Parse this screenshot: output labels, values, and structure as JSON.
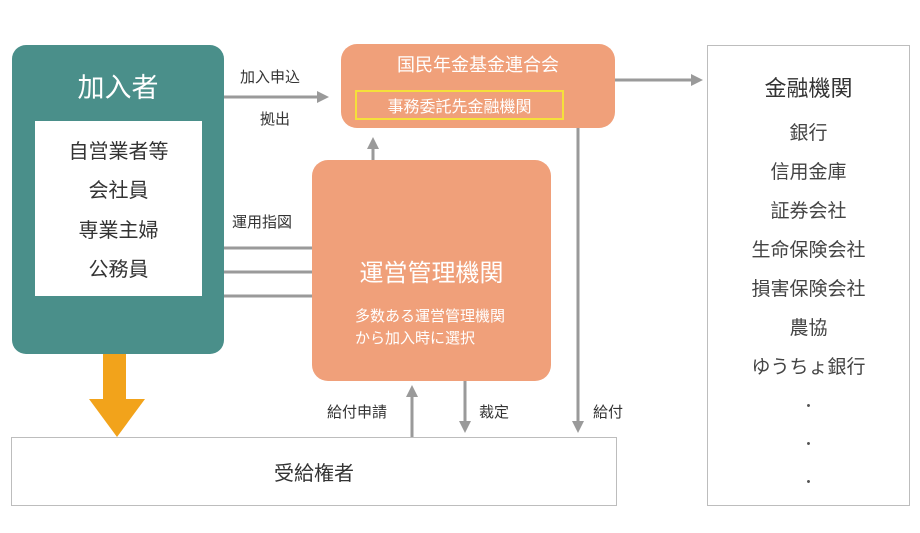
{
  "subscriber": {
    "title": "加入者",
    "types": [
      "自営業者等",
      "会社員",
      "専業主婦",
      "公務員"
    ]
  },
  "federation": {
    "title": "国民年金基金連合会",
    "entrusted": "事務委託先金融機関"
  },
  "manager": {
    "title": "運営管理機関",
    "desc": [
      "多数ある運営管理機関",
      "から加入時に選択"
    ]
  },
  "recipient": {
    "title": "受給権者"
  },
  "institutions": {
    "title": "金融機関",
    "items": [
      "銀行",
      "信用金庫",
      "証券会社",
      "生命保険会社",
      "損害保険会社",
      "農協",
      "ゆうちょ銀行"
    ],
    "ellipsis": "・"
  },
  "labels": {
    "apply": "加入申込",
    "contribution": "拠出",
    "instruction": "運用指図",
    "claim": "給付申請",
    "decision": "裁定",
    "benefit": "給付"
  },
  "colors": {
    "teal": "#4a8f8a",
    "salmon": "#f0a07a",
    "orange_arrow": "#f2a31b",
    "gray_arrow": "#9a9a9a",
    "highlight_border": "#f5e03a"
  }
}
